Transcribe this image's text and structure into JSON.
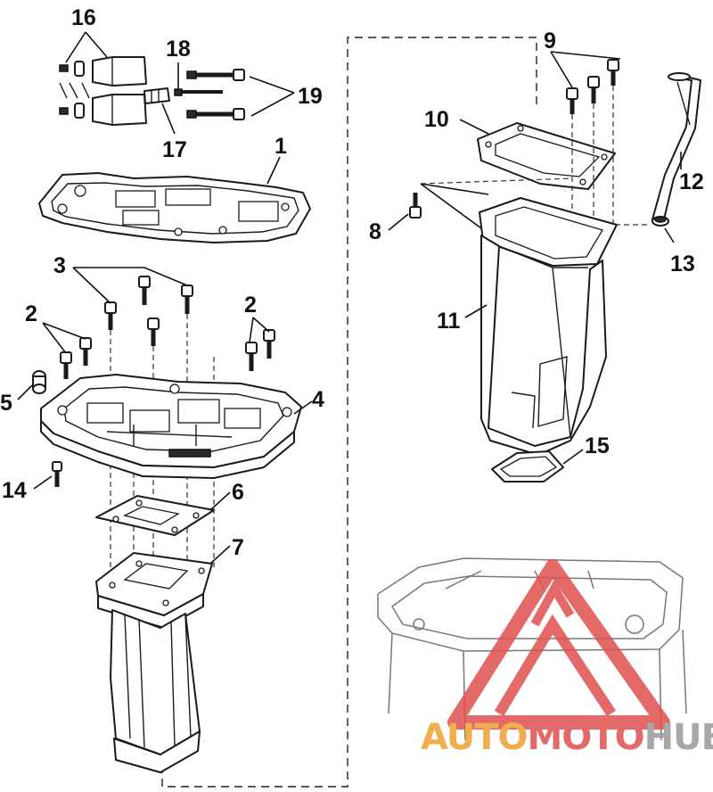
{
  "callouts": {
    "c1": "1",
    "c2a": "2",
    "c2b": "2",
    "c3": "3",
    "c4": "4",
    "c5": "5",
    "c6": "6",
    "c7": "7",
    "c8": "8",
    "c9": "9",
    "c10": "10",
    "c11": "11",
    "c12": "12",
    "c13": "13",
    "c14": "14",
    "c15": "15",
    "c16": "16",
    "c17": "17",
    "c18": "18",
    "c19": "19"
  },
  "watermark": {
    "part1": "AUTO",
    "part2": "MOTO",
    "part3": "HUB",
    "color_orange": "#f0a030",
    "color_red": "#e05050",
    "color_gray": "#9a9a9a"
  }
}
